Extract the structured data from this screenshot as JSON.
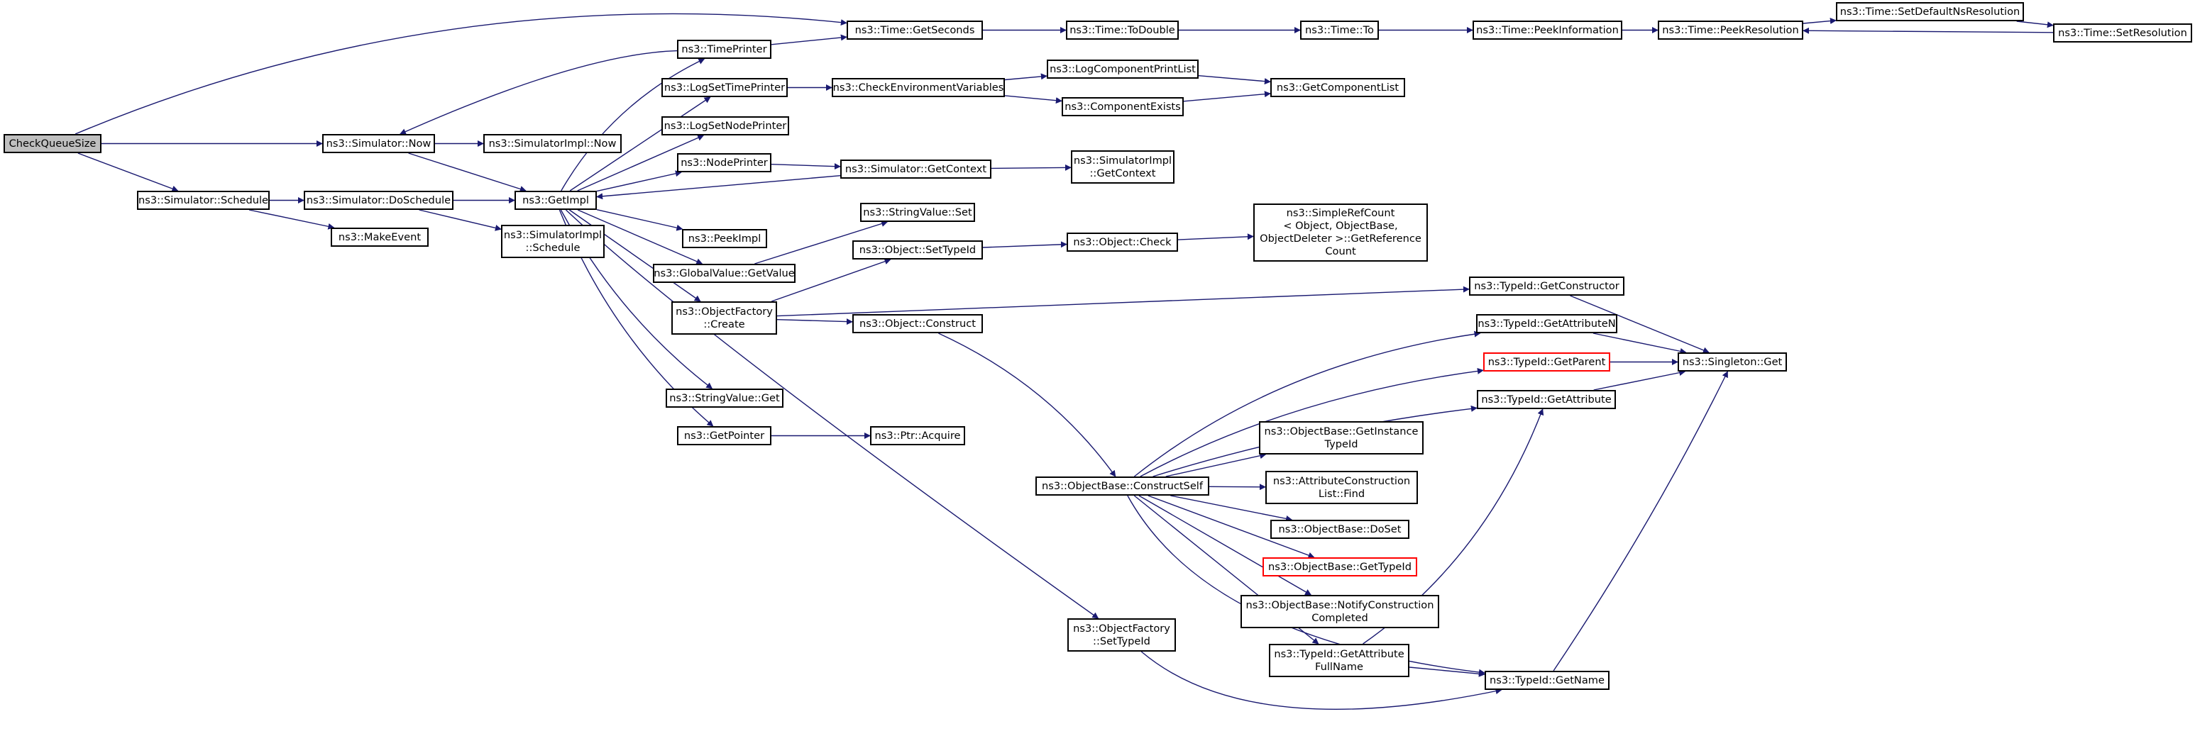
{
  "diagram": {
    "title": "",
    "colors": {
      "edge": "#191970",
      "node_border": "#000000",
      "highlight_border": "#ff0000",
      "root_fill": "#bfbfbf",
      "background": "#ffffff"
    },
    "nodes": [
      {
        "id": "root",
        "lines": [
          "CheckQueueSize"
        ],
        "style": "root"
      },
      {
        "id": "sched",
        "lines": [
          "ns3::Simulator::Schedule"
        ]
      },
      {
        "id": "now",
        "lines": [
          "ns3::Simulator::Now"
        ]
      },
      {
        "id": "getsec",
        "lines": [
          "ns3::Time::GetSeconds"
        ]
      },
      {
        "id": "doschd",
        "lines": [
          "ns3::Simulator::DoSchedule"
        ]
      },
      {
        "id": "mkev",
        "lines": [
          "ns3::MakeEvent"
        ]
      },
      {
        "id": "getimpl",
        "lines": [
          "ns3::GetImpl"
        ]
      },
      {
        "id": "simnow",
        "lines": [
          "ns3::SimulatorImpl::Now"
        ]
      },
      {
        "id": "simsched",
        "lines": [
          "ns3::SimulatorImpl",
          "::Schedule"
        ]
      },
      {
        "id": "tprint",
        "lines": [
          "ns3::TimePrinter"
        ]
      },
      {
        "id": "lstp",
        "lines": [
          "ns3::LogSetTimePrinter"
        ]
      },
      {
        "id": "lsnp",
        "lines": [
          "ns3::LogSetNodePrinter"
        ]
      },
      {
        "id": "nprint",
        "lines": [
          "ns3::NodePrinter"
        ]
      },
      {
        "id": "peek",
        "lines": [
          "ns3::PeekImpl"
        ]
      },
      {
        "id": "gvget",
        "lines": [
          "ns3::GlobalValue::GetValue"
        ]
      },
      {
        "id": "ofcreate",
        "lines": [
          "ns3::ObjectFactory",
          "::Create"
        ]
      },
      {
        "id": "svget",
        "lines": [
          "ns3::StringValue::Get"
        ]
      },
      {
        "id": "getptr",
        "lines": [
          "ns3::GetPointer"
        ]
      },
      {
        "id": "checkenv",
        "lines": [
          "ns3::CheckEnvironmentVariables"
        ]
      },
      {
        "id": "getctx",
        "lines": [
          "ns3::Simulator::GetContext"
        ]
      },
      {
        "id": "svset",
        "lines": [
          "ns3::StringValue::Set"
        ]
      },
      {
        "id": "setti",
        "lines": [
          "ns3::Object::SetTypeId"
        ]
      },
      {
        "id": "construct",
        "lines": [
          "ns3::Object::Construct"
        ]
      },
      {
        "id": "acquire",
        "lines": [
          "ns3::Ptr::Acquire"
        ]
      },
      {
        "id": "todbl",
        "lines": [
          "ns3::Time::ToDouble"
        ]
      },
      {
        "id": "lcpl",
        "lines": [
          "ns3::LogComponentPrintList"
        ]
      },
      {
        "id": "compex",
        "lines": [
          "ns3::ComponentExists"
        ]
      },
      {
        "id": "simctx",
        "lines": [
          "ns3::SimulatorImpl",
          "::GetContext"
        ]
      },
      {
        "id": "objcheck",
        "lines": [
          "ns3::Object::Check"
        ]
      },
      {
        "id": "cself",
        "lines": [
          "ns3::ObjectBase::ConstructSelf"
        ]
      },
      {
        "id": "ofsetti",
        "lines": [
          "ns3::ObjectFactory",
          "::SetTypeId"
        ]
      },
      {
        "id": "timeto",
        "lines": [
          "ns3::Time::To"
        ]
      },
      {
        "id": "getcl",
        "lines": [
          "ns3::GetComponentList"
        ]
      },
      {
        "id": "refcnt",
        "lines": [
          "ns3::SimpleRefCount",
          "< Object, ObjectBase,",
          "ObjectDeleter >::GetReference",
          "Count"
        ]
      },
      {
        "id": "obgiti",
        "lines": [
          "ns3::ObjectBase::GetInstance",
          "TypeId"
        ]
      },
      {
        "id": "acfind",
        "lines": [
          "ns3::AttributeConstruction",
          "List::Find"
        ]
      },
      {
        "id": "doset",
        "lines": [
          "ns3::ObjectBase::DoSet"
        ]
      },
      {
        "id": "obgetti",
        "lines": [
          "ns3::ObjectBase::GetTypeId"
        ],
        "style": "red"
      },
      {
        "id": "notify",
        "lines": [
          "ns3::ObjectBase::NotifyConstruction",
          "Completed"
        ]
      },
      {
        "id": "gafn",
        "lines": [
          "ns3::TypeId::GetAttribute",
          "FullName"
        ]
      },
      {
        "id": "peekinfo",
        "lines": [
          "ns3::Time::PeekInformation"
        ]
      },
      {
        "id": "getctor",
        "lines": [
          "ns3::TypeId::GetConstructor"
        ]
      },
      {
        "id": "getan",
        "lines": [
          "ns3::TypeId::GetAttributeN"
        ]
      },
      {
        "id": "getparent",
        "lines": [
          "ns3::TypeId::GetParent"
        ],
        "style": "red"
      },
      {
        "id": "getattr",
        "lines": [
          "ns3::TypeId::GetAttribute"
        ]
      },
      {
        "id": "getname",
        "lines": [
          "ns3::TypeId::GetName"
        ]
      },
      {
        "id": "peekres",
        "lines": [
          "ns3::Time::PeekResolution"
        ]
      },
      {
        "id": "singleton",
        "lines": [
          "ns3::Singleton::Get"
        ]
      },
      {
        "id": "setdef",
        "lines": [
          "ns3::Time::SetDefaultNsResolution"
        ]
      },
      {
        "id": "setres",
        "lines": [
          "ns3::Time::SetResolution"
        ]
      }
    ],
    "edges": [
      [
        "root",
        "getsec"
      ],
      [
        "root",
        "now"
      ],
      [
        "root",
        "sched"
      ],
      [
        "sched",
        "doschd"
      ],
      [
        "sched",
        "mkev"
      ],
      [
        "now",
        "simnow"
      ],
      [
        "now",
        "getimpl"
      ],
      [
        "doschd",
        "getimpl"
      ],
      [
        "doschd",
        "simsched"
      ],
      [
        "getsec",
        "todbl"
      ],
      [
        "todbl",
        "timeto"
      ],
      [
        "timeto",
        "peekinfo"
      ],
      [
        "peekinfo",
        "peekres"
      ],
      [
        "peekres",
        "setdef"
      ],
      [
        "setdef",
        "setres"
      ],
      [
        "setres",
        "peekres"
      ],
      [
        "tprint",
        "getsec"
      ],
      [
        "tprint",
        "now"
      ],
      [
        "getimpl",
        "tprint"
      ],
      [
        "getimpl",
        "lstp"
      ],
      [
        "getimpl",
        "lsnp"
      ],
      [
        "getimpl",
        "nprint"
      ],
      [
        "getimpl",
        "peek"
      ],
      [
        "getimpl",
        "gvget"
      ],
      [
        "getimpl",
        "ofcreate"
      ],
      [
        "getimpl",
        "svget"
      ],
      [
        "getimpl",
        "getptr"
      ],
      [
        "getimpl",
        "ofsetti"
      ],
      [
        "lstp",
        "checkenv"
      ],
      [
        "checkenv",
        "lcpl"
      ],
      [
        "checkenv",
        "compex"
      ],
      [
        "lcpl",
        "getcl"
      ],
      [
        "compex",
        "getcl"
      ],
      [
        "nprint",
        "getctx"
      ],
      [
        "getctx",
        "getimpl"
      ],
      [
        "getctx",
        "simctx"
      ],
      [
        "gvget",
        "svset"
      ],
      [
        "ofcreate",
        "setti"
      ],
      [
        "ofcreate",
        "construct"
      ],
      [
        "ofcreate",
        "getctor"
      ],
      [
        "setti",
        "objcheck"
      ],
      [
        "objcheck",
        "refcnt"
      ],
      [
        "construct",
        "cself"
      ],
      [
        "getptr",
        "acquire"
      ],
      [
        "cself",
        "getan"
      ],
      [
        "cself",
        "getparent"
      ],
      [
        "cself",
        "getattr"
      ],
      [
        "cself",
        "obgiti"
      ],
      [
        "cself",
        "acfind"
      ],
      [
        "cself",
        "doset"
      ],
      [
        "cself",
        "obgetti"
      ],
      [
        "cself",
        "notify"
      ],
      [
        "cself",
        "gafn"
      ],
      [
        "cself",
        "getname"
      ],
      [
        "gafn",
        "getattr"
      ],
      [
        "gafn",
        "getname"
      ],
      [
        "ofsetti",
        "getname"
      ],
      [
        "getctor",
        "singleton"
      ],
      [
        "getan",
        "singleton"
      ],
      [
        "getparent",
        "singleton"
      ],
      [
        "getattr",
        "singleton"
      ],
      [
        "getname",
        "singleton"
      ]
    ]
  }
}
